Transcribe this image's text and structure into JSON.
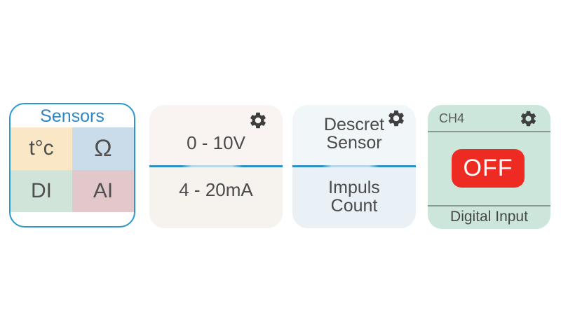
{
  "screen": {
    "background": "#ffffff",
    "accent_blue": "#2b97d3",
    "text_gray": "#4a4a4a"
  },
  "sensors_card": {
    "title": "Sensors",
    "title_color": "#2e86c4",
    "border_color": "#2b97d3",
    "cells": [
      {
        "label": "t°c",
        "bg": "#fae7c5"
      },
      {
        "label": "Ω",
        "bg": "#cadcea"
      },
      {
        "label": "DI",
        "bg": "#d1e4da"
      },
      {
        "label": "AI",
        "bg": "#e2c8cb"
      }
    ]
  },
  "analog_range_card": {
    "bg": "#f8f3f0",
    "option_top": "0 - 10V",
    "option_bottom": "4 - 20mA",
    "divider_color": "#2e8fc4",
    "gear_color": "#3f3f3f"
  },
  "discrete_mode_card": {
    "bg": "#eef4f8",
    "option_top_line1": "Descret",
    "option_top_line2": "Sensor",
    "option_bottom_line1": "Impuls",
    "option_bottom_line2": "Count",
    "divider_color": "#2e8fc4",
    "gear_color": "#3f3f3f"
  },
  "channel_card": {
    "bg": "#cce6db",
    "channel": "CH4",
    "state": "OFF",
    "state_color": "#ee2b23",
    "state_text_color": "#ffffff",
    "mode": "Digital Input",
    "divider_color": "#8a9a94",
    "gear_color": "#3f3f3f"
  }
}
